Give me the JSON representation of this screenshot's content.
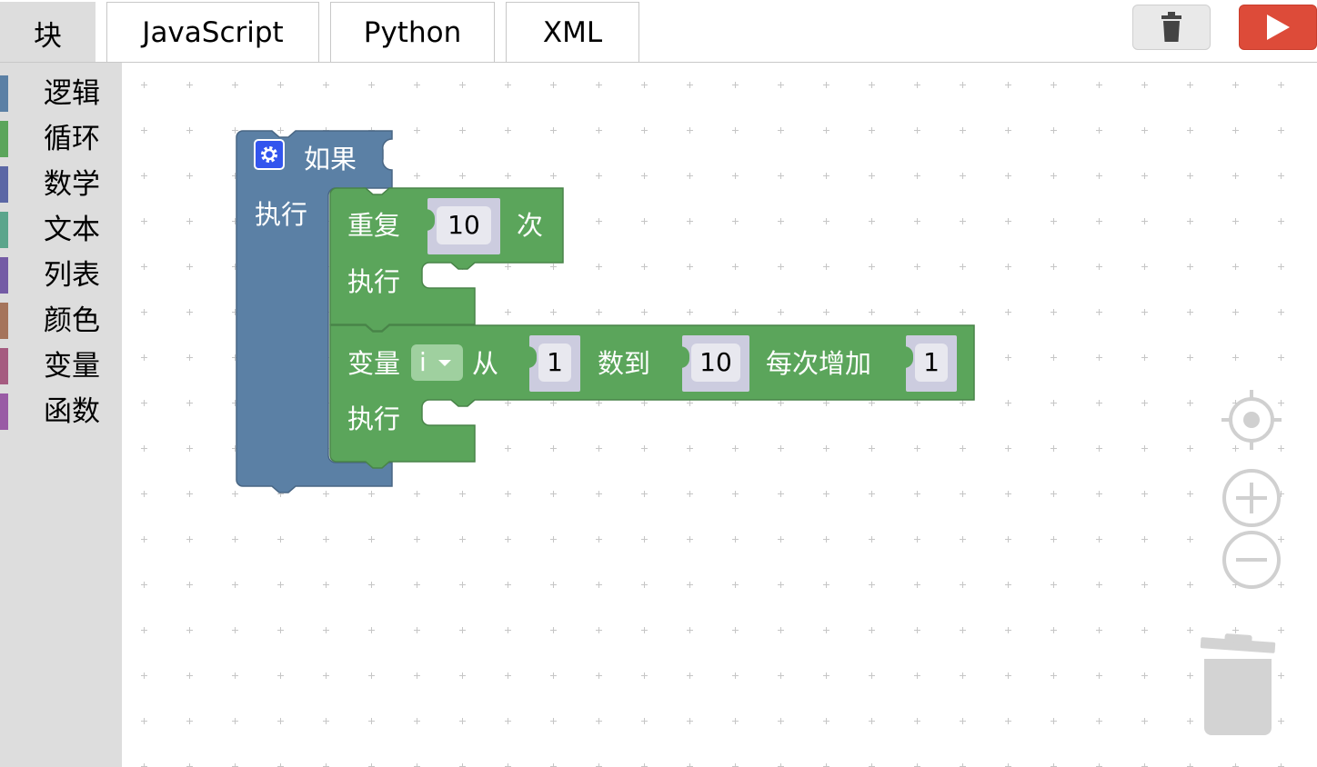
{
  "tabs": [
    {
      "label": "块"
    },
    {
      "label": "JavaScript"
    },
    {
      "label": "Python"
    },
    {
      "label": "XML"
    }
  ],
  "toolbar": {
    "delete_icon": "trash-icon",
    "run_icon": "play-icon",
    "run_color": "#dd4b39"
  },
  "toolbox": {
    "categories": [
      {
        "label": "逻辑",
        "color": "#5b80a5"
      },
      {
        "label": "循环",
        "color": "#5ba55b"
      },
      {
        "label": "数学",
        "color": "#5b67a5"
      },
      {
        "label": "文本",
        "color": "#5ba58c"
      },
      {
        "label": "列表",
        "color": "#745ba5"
      },
      {
        "label": "颜色",
        "color": "#a5745b"
      },
      {
        "label": "变量",
        "color": "#a55b80"
      },
      {
        "label": "函数",
        "color": "#995ba5"
      }
    ]
  },
  "blocks": {
    "if_block": {
      "label": "如果",
      "do_label": "执行",
      "color": "#5b80a5",
      "gear_icon": "gear-icon"
    },
    "repeat_block": {
      "label": "重复",
      "times": "10",
      "suffix": "次",
      "do_label": "执行",
      "color": "#5ba55b"
    },
    "for_block": {
      "label": "变量",
      "variable": "i",
      "from_label": "从",
      "from_value": "1",
      "to_label": "数到",
      "to_value": "10",
      "by_label": "每次增加",
      "by_value": "1",
      "do_label": "执行",
      "color": "#5ba55b"
    }
  },
  "workspace_controls": [
    "recenter-icon",
    "zoom-in-icon",
    "zoom-out-icon",
    "trash-can-icon"
  ]
}
